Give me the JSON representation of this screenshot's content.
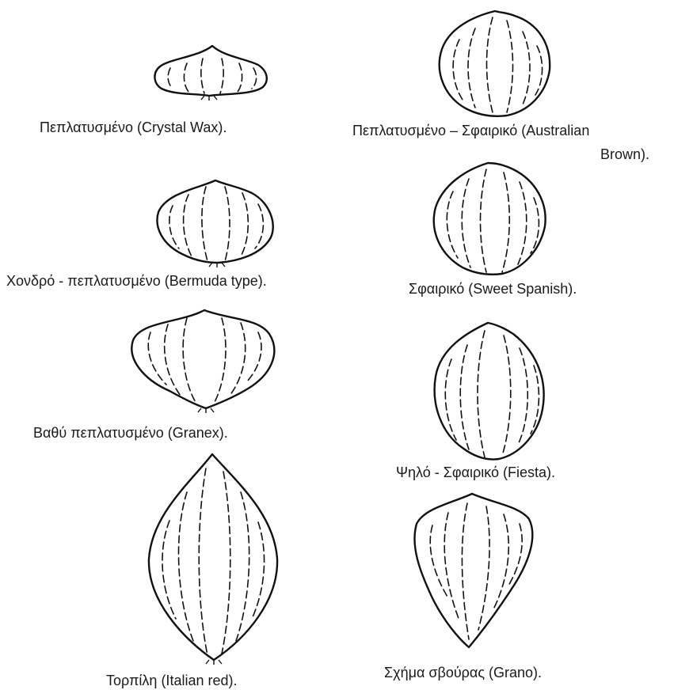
{
  "colors": {
    "ink": "#111111",
    "paper": "#ffffff"
  },
  "figure": {
    "items": [
      {
        "key": "crystal_wax",
        "label": "Πεπλατυσμένο  (Crystal Wax).",
        "icon": "flat-onion-icon"
      },
      {
        "key": "australian_brown",
        "label_line1": "Πεπλατυσμένο – Σφαιρικό (Australian",
        "label_line2": "Brown).",
        "icon": "flat-globe-onion-icon"
      },
      {
        "key": "bermuda",
        "label": "Χονδρό - πεπλατυσμένο  (Bermuda type).",
        "icon": "thick-flat-onion-icon"
      },
      {
        "key": "sweet_spanish",
        "label": "Σφαιρικό  (Sweet Spanish).",
        "icon": "globe-onion-icon"
      },
      {
        "key": "granex",
        "label": "Βαθύ πεπλατυσμένο  (Granex).",
        "icon": "deep-flat-onion-icon"
      },
      {
        "key": "fiesta",
        "label": "Ψηλό - Σφαιρικό  (Fiesta).",
        "icon": "high-globe-onion-icon"
      },
      {
        "key": "italian_red",
        "label": "Τορπίλη  (Italian red).",
        "icon": "torpedo-onion-icon"
      },
      {
        "key": "grano",
        "label": "Σχήμα σβούρας (Grano).",
        "icon": "top-shape-onion-icon"
      }
    ]
  }
}
